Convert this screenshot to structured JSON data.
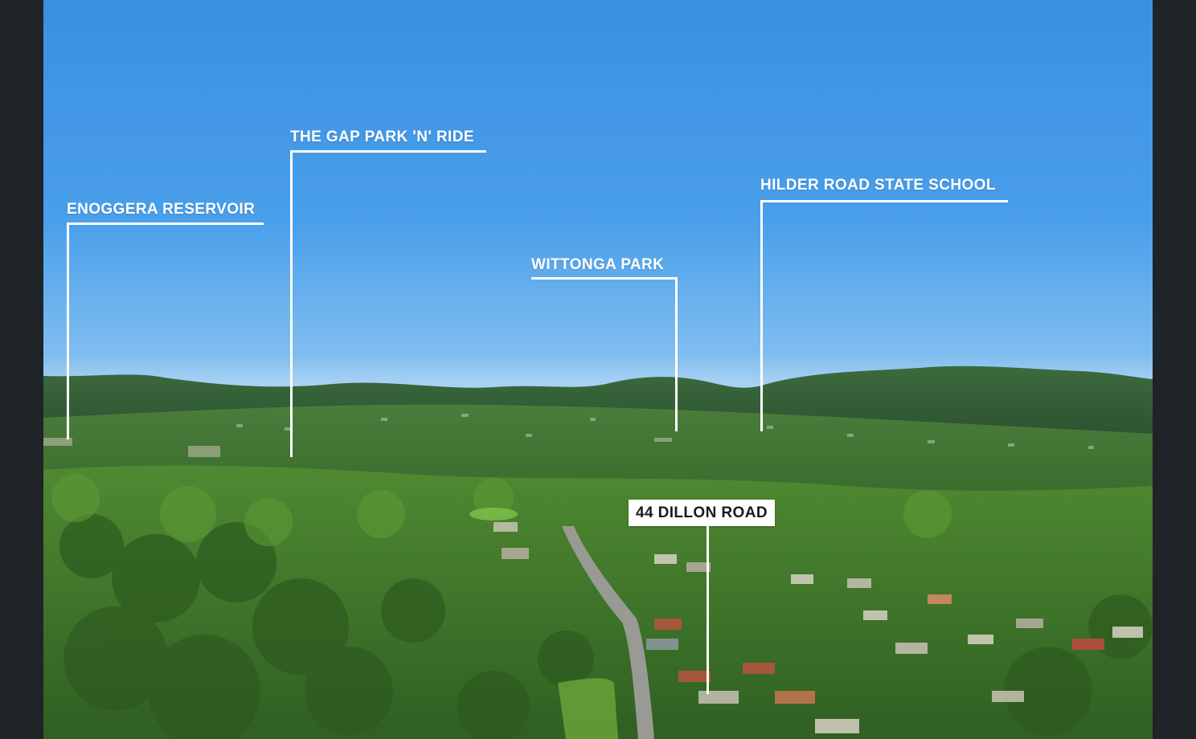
{
  "labels": {
    "enoggera": "ENOGGERA RESERVOIR",
    "gap_park": "THE GAP PARK 'N' RIDE",
    "wittonga": "WITTONGA PARK",
    "hilder": "HILDER ROAD STATE SCHOOL",
    "property": "44 DILLON ROAD"
  },
  "colors": {
    "sky_top": "#3b8fe3",
    "sky_horizon": "#a9d2f2",
    "hills": "#2f5a34",
    "foliage": "#3f7a2e",
    "leader_lines": "#ffffff",
    "frame": "#1f2428"
  }
}
